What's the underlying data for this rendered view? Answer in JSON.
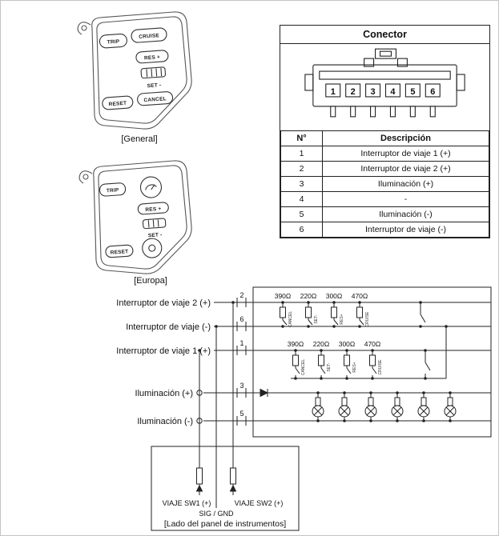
{
  "switches": {
    "general": {
      "caption": "[General]",
      "trip": "TRIP",
      "cruise": "CRUISE",
      "res": "RES +",
      "set": "SET -",
      "reset": "RESET",
      "cancel": "CANCEL"
    },
    "europa": {
      "caption": "[Europa]",
      "trip": "TRIP",
      "res": "RES +",
      "set": "SET -",
      "reset": "RESET"
    }
  },
  "connector": {
    "title": "Conector",
    "pins": [
      "1",
      "2",
      "3",
      "4",
      "5",
      "6"
    ],
    "col_no": "N°",
    "col_desc": "Descripción",
    "rows": [
      {
        "no": "1",
        "desc": "Interruptor de viaje 1 (+)"
      },
      {
        "no": "2",
        "desc": "Interruptor de viaje 2 (+)"
      },
      {
        "no": "3",
        "desc": "Iluminación (+)"
      },
      {
        "no": "4",
        "desc": "-"
      },
      {
        "no": "5",
        "desc": "Iluminación (-)"
      },
      {
        "no": "6",
        "desc": "Interruptor de viaje (-)"
      }
    ]
  },
  "circuit": {
    "lines": [
      {
        "label": "Interruptor de viaje 2 (+)",
        "pin": "2"
      },
      {
        "label": "Interruptor de viaje (-)",
        "pin": "6"
      },
      {
        "label": "Interruptor de viaje 1 (+)",
        "pin": "1"
      },
      {
        "label": "Iluminación (+)",
        "pin": "3"
      },
      {
        "label": "Iluminación (-)",
        "pin": "5"
      }
    ],
    "resistors1": [
      "390Ω",
      "220Ω",
      "300Ω",
      "470Ω"
    ],
    "resistors2": [
      "390Ω",
      "220Ω",
      "300Ω",
      "470Ω"
    ],
    "switch_labels1": [
      "CANCEL",
      "SET-",
      "RES+",
      "CRUISE"
    ],
    "switch_labels2": [
      "CANCEL",
      "SET-",
      "RES+",
      "CRUISE"
    ],
    "sw1": "VIAJE SW1 (+)",
    "sw2": "VIAJE SW2 (+)",
    "siggnd": "SIG / GND",
    "panel": "[Lado del panel de instrumentos]"
  },
  "colors": {
    "ink": "#222"
  }
}
